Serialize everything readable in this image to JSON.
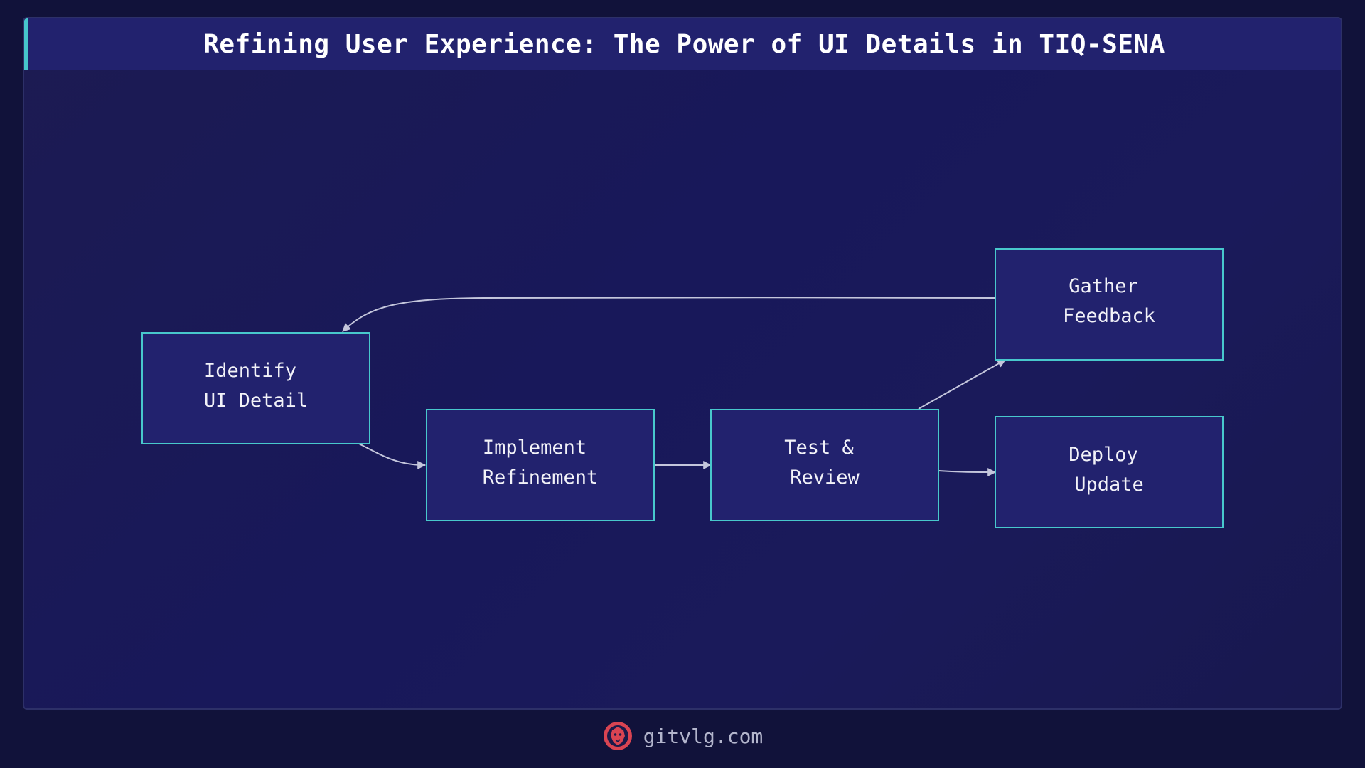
{
  "title": "Refining User Experience: The Power of UI Details in TIQ-SENA",
  "nodes": [
    {
      "id": "identify",
      "lines": [
        "Identify",
        "UI Detail"
      ]
    },
    {
      "id": "implement",
      "lines": [
        "Implement",
        "Refinement"
      ]
    },
    {
      "id": "test",
      "lines": [
        "Test &",
        "Review"
      ]
    },
    {
      "id": "gather",
      "lines": [
        "Gather",
        "Feedback"
      ]
    },
    {
      "id": "deploy",
      "lines": [
        "Deploy",
        "Update"
      ]
    }
  ],
  "edges": [
    {
      "from": "identify",
      "to": "implement"
    },
    {
      "from": "implement",
      "to": "test"
    },
    {
      "from": "test",
      "to": "gather"
    },
    {
      "from": "test",
      "to": "deploy"
    },
    {
      "from": "gather",
      "to": "identify"
    }
  ],
  "footer": {
    "site": "gitvlg.com",
    "logo_icon": "lion-head-icon"
  },
  "colors": {
    "node_fill": "#22226e",
    "node_border": "#48c8cc",
    "accent": "#46c6cc",
    "logo": "#d94452"
  }
}
